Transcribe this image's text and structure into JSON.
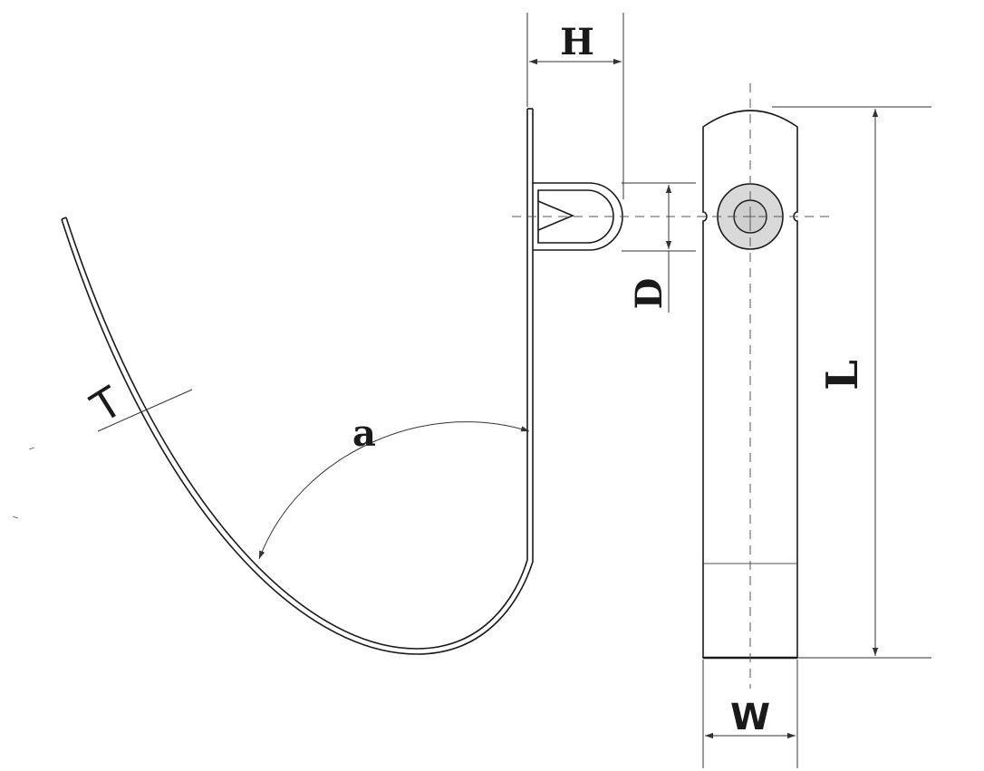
{
  "labels": {
    "height": "H",
    "diameter": "D",
    "length": "L",
    "width": "W",
    "thickness": "T",
    "angle": "a"
  },
  "colors": {
    "line": "#1a1a1a",
    "dimension_line": "#333333",
    "hole_fill": "#d9d9d9",
    "pin_fill": "#cfcfcf"
  }
}
